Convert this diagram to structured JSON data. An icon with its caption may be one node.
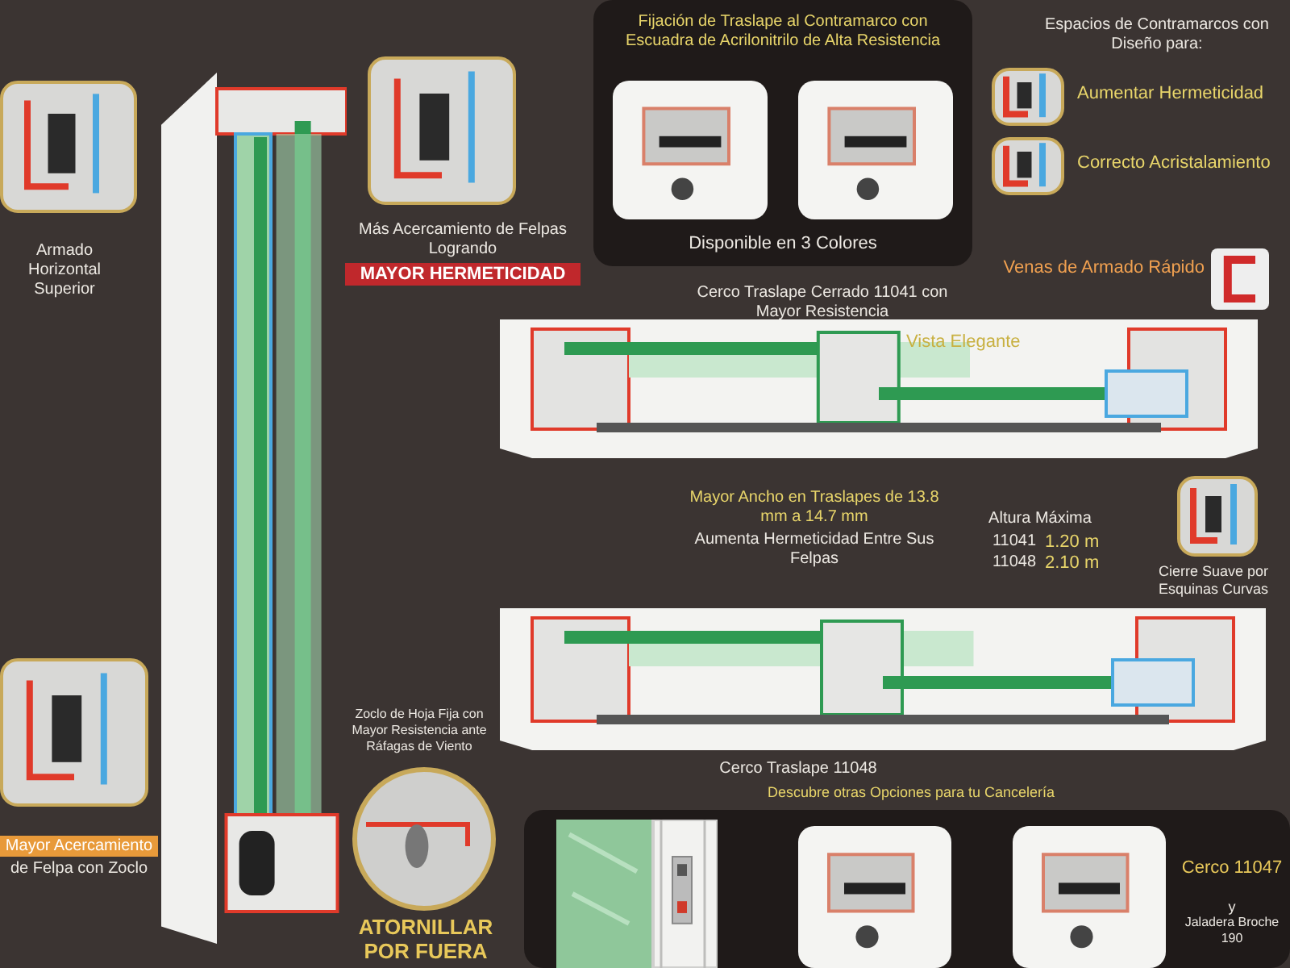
{
  "diagram": {
    "nodes": [
      {
        "text": [],
        "shape": "picture",
        "beside": [
          "Armado Horizontal Superior"
        ]
      },
      {
        "text": [],
        "shape": "picture"
      },
      {
        "text": [],
        "shape": "picture",
        "beside": [
          "Más Acercamiento de Felpas Logrando",
          "MAYOR HERMETICIDAD"
        ]
      },
      {
        "text": [
          "Fijación de Traslape al Contramarco con Escuadra de Acrilonitrilo de Alta Resistencia",
          "Disponible en 3 Colores"
        ]
      },
      {
        "text": [],
        "shape": "picture",
        "in": 3
      },
      {
        "text": [],
        "shape": "picture",
        "in": 3
      },
      {
        "text": [],
        "shape": "picture",
        "beside": [
          "Aumentar Hermeticidad"
        ]
      },
      {
        "text": [],
        "shape": "picture",
        "beside": [
          "Correcto Acristalamiento"
        ]
      },
      {
        "text": [],
        "shape": "picture",
        "beside": [
          "Venas de Armado Rápido"
        ]
      },
      {
        "text": [
          "Vista Elegante"
        ],
        "beside": [
          "Cerco Traslape Cerrado 11041 con Mayor Resistencia"
        ]
      },
      {
        "text": [],
        "shape": "picture",
        "beside": [
          "Cierre Suave por Esquinas Curvas"
        ]
      },
      {
        "text": [],
        "shape": "picture",
        "beside": [
          "Cerco Traslape 11048"
        ]
      },
      {
        "text": [],
        "shape": "picture",
        "beside": [
          "Mayor Acercamiento",
          "de Felpa con Zoclo"
        ]
      },
      {
        "text": [],
        "shape": "picture",
        "beside": [
          "ATORNILLAR POR FUERA"
        ]
      },
      {
        "text": [
          "Descubre otras Opciones para tu Cancelería",
          "Cerco 11047",
          "y",
          "Jaladera Broche 190"
        ]
      },
      {
        "text": [],
        "shape": "picture",
        "in": 14
      },
      {
        "text": [],
        "shape": "picture",
        "in": 14
      },
      {
        "text": [],
        "shape": "picture",
        "in": 14
      }
    ],
    "labels": [
      "Espacios de Contramarcos con Diseño para:",
      "Mayor Ancho en Traslapes de 13.8 mm a 14.7 mm",
      "Aumenta Hermeticidad Entre Sus Felpas",
      "Altura Máxima",
      "11041",
      "1.20 m",
      "11048",
      "2.10 m",
      "Zoclo de Hoja Fija con Mayor Resistencia ante Ráfagas de Viento"
    ]
  }
}
